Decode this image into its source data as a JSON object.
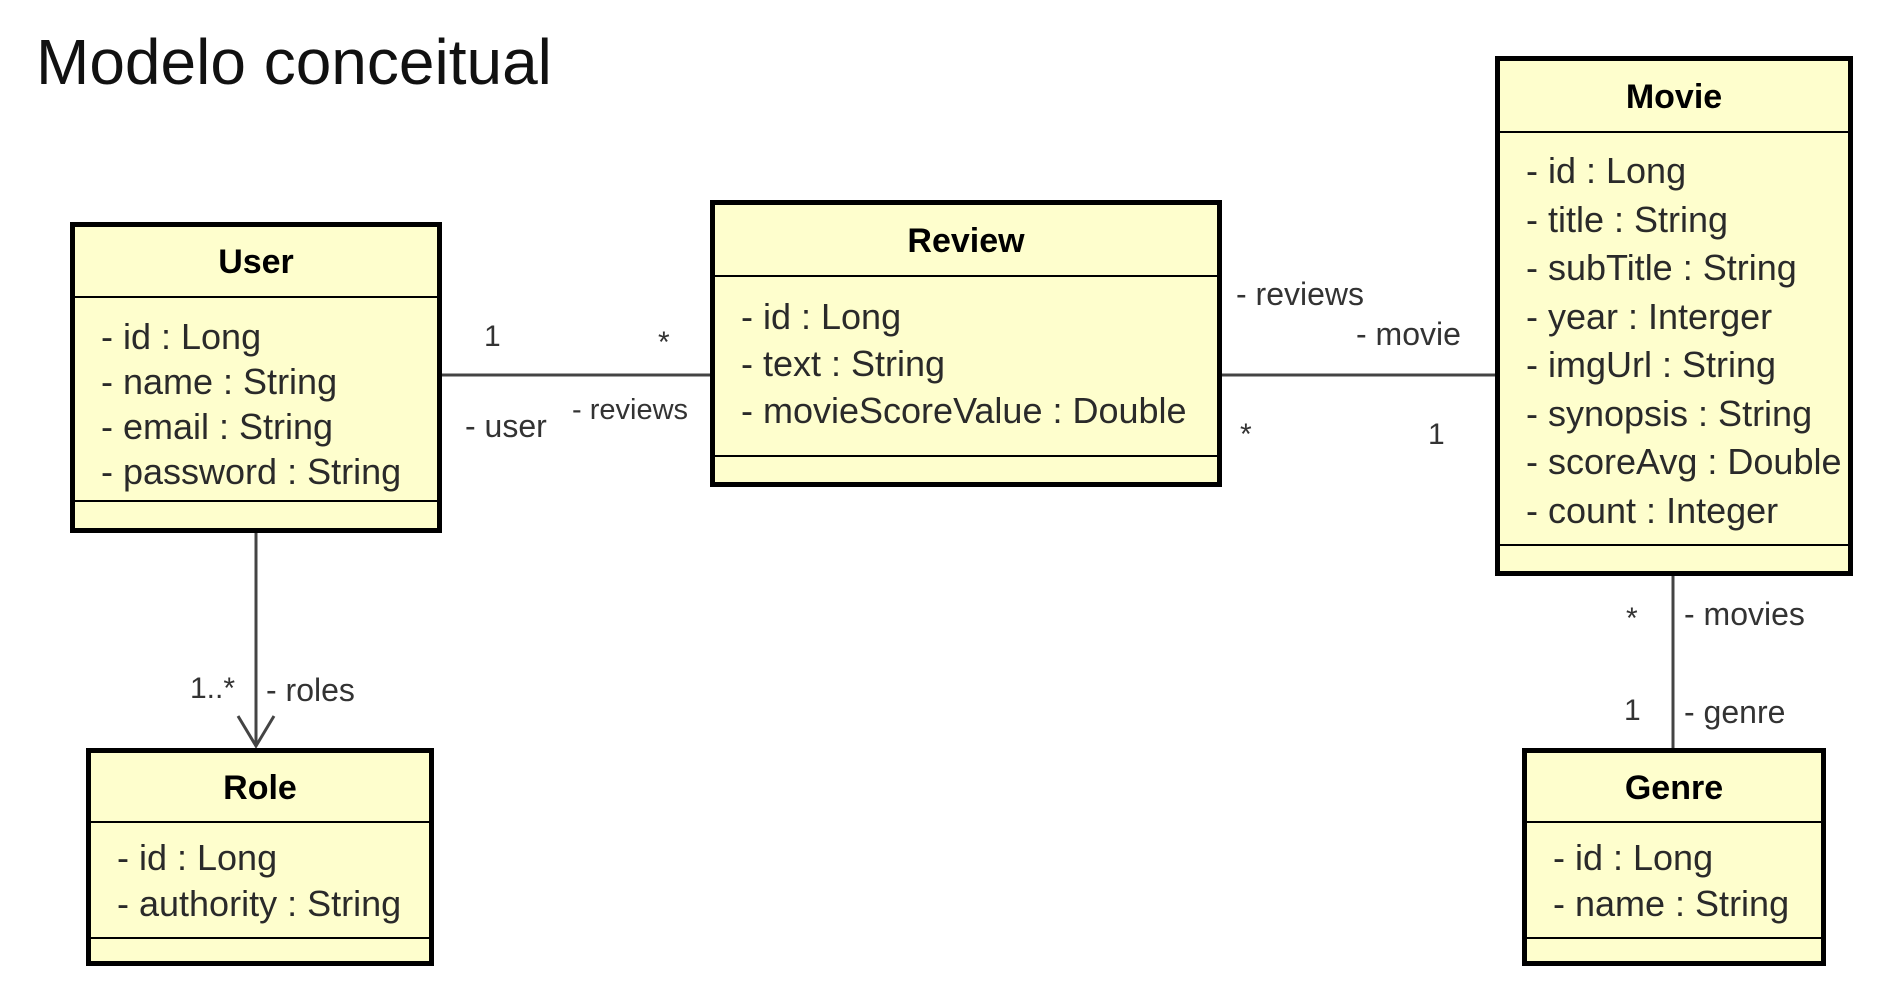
{
  "title": "Modelo conceitual",
  "colors": {
    "class_fill": "#fefecd",
    "class_border": "#000000",
    "line": "#444444"
  },
  "classes": {
    "user": {
      "name": "User",
      "attributes": [
        "- id : Long",
        "- name : String",
        "- email : String",
        "- password : String"
      ]
    },
    "review": {
      "name": "Review",
      "attributes": [
        "- id : Long",
        "- text : String",
        "- movieScoreValue : Double"
      ]
    },
    "movie": {
      "name": "Movie",
      "attributes": [
        "- id : Long",
        "- title : String",
        "- subTitle : String",
        "- year : Interger",
        "- imgUrl : String",
        "- synopsis : String",
        "- scoreAvg : Double",
        "- count : Integer"
      ]
    },
    "role": {
      "name": "Role",
      "attributes": [
        "- id : Long",
        "- authority : String"
      ]
    },
    "genre": {
      "name": "Genre",
      "attributes": [
        "- id : Long",
        "- name : String"
      ]
    }
  },
  "associations": {
    "user_review": {
      "user_mult": "1",
      "review_mult": "*",
      "user_role": "- user",
      "review_role": "- reviews"
    },
    "review_movie": {
      "review_role": "- reviews",
      "movie_role": "- movie",
      "review_mult": "*",
      "movie_mult": "1"
    },
    "user_role": {
      "mult": "1..*",
      "role": "- roles"
    },
    "movie_genre": {
      "movie_mult": "*",
      "movie_role": "- movies",
      "genre_mult": "1",
      "genre_role": "- genre"
    }
  }
}
